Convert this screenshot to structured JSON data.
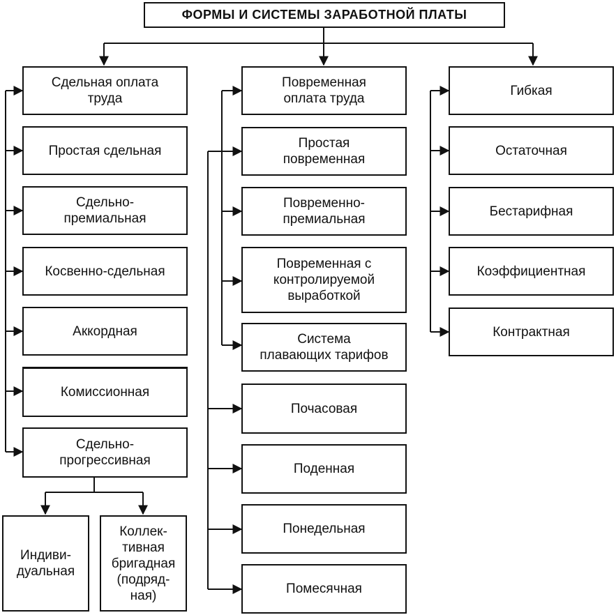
{
  "title": "ФОРМЫ И СИСТЕМЫ ЗАРАБОТНОЙ ПЛАТЫ",
  "piecework": {
    "header": "Сдельная оплата\nтруда",
    "items": [
      "Простая сдельная",
      "Сдельно-\nпремиальная",
      "Косвенно-сдельная",
      "Аккордная",
      "Комиссионная",
      "Сдельно-\nпрогрессивная"
    ],
    "subitems": [
      "Индиви-\nдуальная",
      "Коллек-\nтивная\nбригадная\n(подряд-\nная)"
    ]
  },
  "timebased": {
    "header": "Повременная\nоплата труда",
    "items": [
      "Простая\nповременная",
      "Повременно-\nпремиальная",
      "Повременная с\nконтролируемой\nвыработкой",
      "Система\nплавающих тарифов",
      "Почасовая",
      "Поденная",
      "Понедельная",
      "Помесячная"
    ]
  },
  "other": {
    "items": [
      "Гибкая",
      "Остаточная",
      "Бестарифная",
      "Коэффициентная",
      "Контрактная"
    ]
  }
}
